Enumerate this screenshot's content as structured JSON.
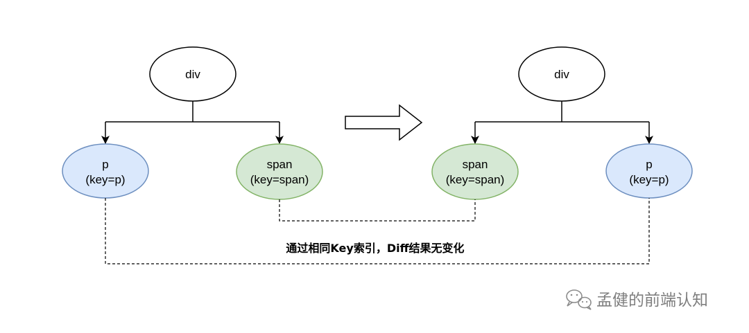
{
  "diagram": {
    "before": {
      "root": {
        "label": "div"
      },
      "left_child": {
        "line1": "p",
        "line2": "(key=p)"
      },
      "right_child": {
        "line1": "span",
        "line2": "(key=span)"
      }
    },
    "after": {
      "root": {
        "label": "div"
      },
      "left_child": {
        "line1": "span",
        "line2": "(key=span)"
      },
      "right_child": {
        "line1": "p",
        "line2": "(key=p)"
      }
    },
    "caption": "通过相同Key索引，Diff结果无变化",
    "watermark": "孟健的前端认知",
    "colors": {
      "blue_fill": "#dae8fc",
      "blue_stroke": "#6c8ebf",
      "green_fill": "#d5e8d4",
      "green_stroke": "#82b366",
      "line": "#000000",
      "watermark": "#7f7f7f"
    }
  }
}
